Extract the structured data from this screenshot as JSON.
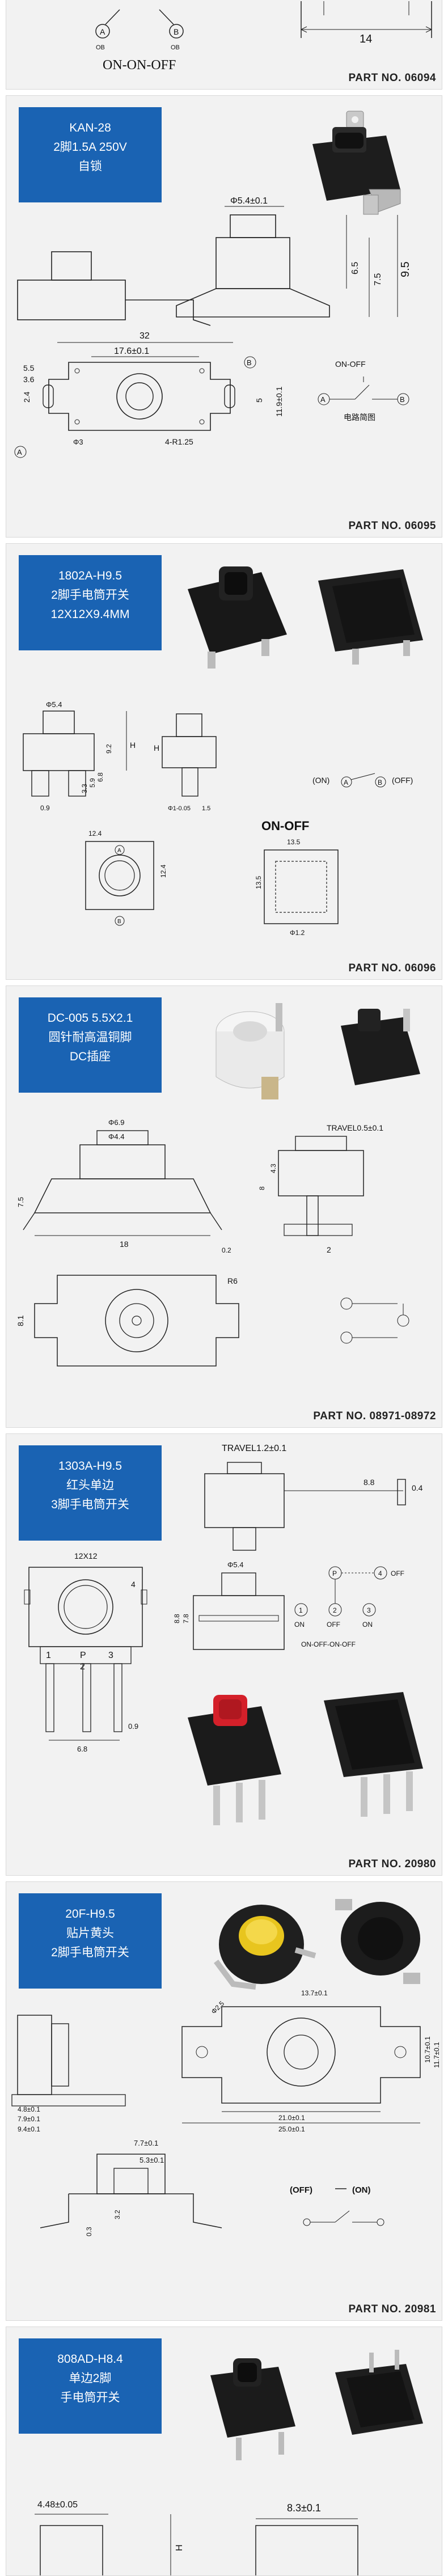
{
  "top": {
    "label": "ON-ON-OFF",
    "dim": "14",
    "part": "PART NO. 06094"
  },
  "products": [
    {
      "model": "KAN-28",
      "line2": "2脚1.5A 250V",
      "line3": "自锁",
      "part": "PART NO. 06095",
      "dims": {
        "d1": "Φ5.4±0.1",
        "h1": "6.5",
        "h2": "7.5",
        "h3": "9.5",
        "w": "32",
        "w2": "17.6±0.1",
        "l1": "5.5",
        "l2": "3.6",
        "l3": "2.4",
        "v1": "5",
        "v2": "11.9±0.1",
        "r": "4-R1.25",
        "phi": "Φ3"
      },
      "circuit": {
        "title": "ON-OFF",
        "a": "A",
        "b": "B",
        "label": "电路简图"
      }
    },
    {
      "model": "1802A-H9.5",
      "line2": "2脚手电筒开关",
      "line3": "12X12X9.4MM",
      "part": "PART NO. 06096",
      "dims": {
        "d1": "Φ5.4",
        "d2": "Φ1-0.05",
        "h": "H",
        "v1": "9.2",
        "v2": "6.8",
        "v3": "5.9",
        "v4": "3.3",
        "v5": "0.9",
        "w1": "1.5",
        "w2": "12.4",
        "w3": "13.5",
        "w4": "Φ1.2",
        "v6": "13.5",
        "v7": "12.4"
      },
      "circuit": {
        "on": "(ON)",
        "off": "(OFF)",
        "title": "ON-OFF",
        "a": "A",
        "b": "B"
      }
    },
    {
      "model": "DC-005 5.5X2.1",
      "line2": "圆针耐高温铜脚",
      "line3": "DC插座",
      "part": "PART NO. 08971-08972",
      "dims": {
        "d1": "Φ6.9",
        "d2": "Φ4.4",
        "h1": "7.5",
        "w1": "18",
        "t1": "0.2",
        "travel": "TRAVEL0.5±0.1",
        "v1": "4.3",
        "v2": "8",
        "w2": "2",
        "r": "R6",
        "h2": "8.1"
      }
    },
    {
      "model": "1303A-H9.5",
      "line2": "红头单边",
      "line3": "3脚手电筒开关",
      "part": "PART NO. 20980",
      "dims": {
        "travel": "TRAVEL1.2±0.1",
        "w1": "8.8",
        "t1": "0.4",
        "top": "12X12",
        "d1": "Φ5.4",
        "v1": "7.8",
        "v2": "8.8",
        "w2": "6.8",
        "t2": "0.9",
        "t3": "4"
      },
      "pins": {
        "p1": "1",
        "p2": "P",
        "p3": "3",
        "p4": "2"
      },
      "circuit": {
        "p": "P",
        "on": "ON",
        "off": "OFF",
        "off2": "OFF",
        "n1": "1",
        "n2": "2",
        "n3": "3",
        "n4": "4",
        "label": "ON-OFF-ON-OFF"
      }
    },
    {
      "model": "20F-H9.5",
      "line2": "贴片黄头",
      "line3": "2脚手电筒开关",
      "part": "PART NO. 20981",
      "dims": {
        "w1": "13.7±0.1",
        "d1": "Φ2.5",
        "w2": "21.0±0.1",
        "w3": "25.0±0.1",
        "v1": "10.7±0.1",
        "v2": "11.7±0.1",
        "l1": "4.8±0.1",
        "l2": "7.9±0.1",
        "l3": "9.4±0.1",
        "w4": "7.7±0.1",
        "w5": "5.3±0.1",
        "v3": "3.2",
        "v4": "0.3"
      },
      "circuit": {
        "off": "(OFF)",
        "on": "(ON)"
      }
    },
    {
      "model": "808AD-H8.4",
      "line2": "单边2脚",
      "line3": "手电筒开关",
      "dims": {
        "w1": "4.48±0.05",
        "w2": "8.3±0.1",
        "h": "H"
      }
    }
  ],
  "colors": {
    "accent": "#1a63b3",
    "panel": "#f2f2f2",
    "red": "#d4202a",
    "yellow": "#e8c51e"
  }
}
